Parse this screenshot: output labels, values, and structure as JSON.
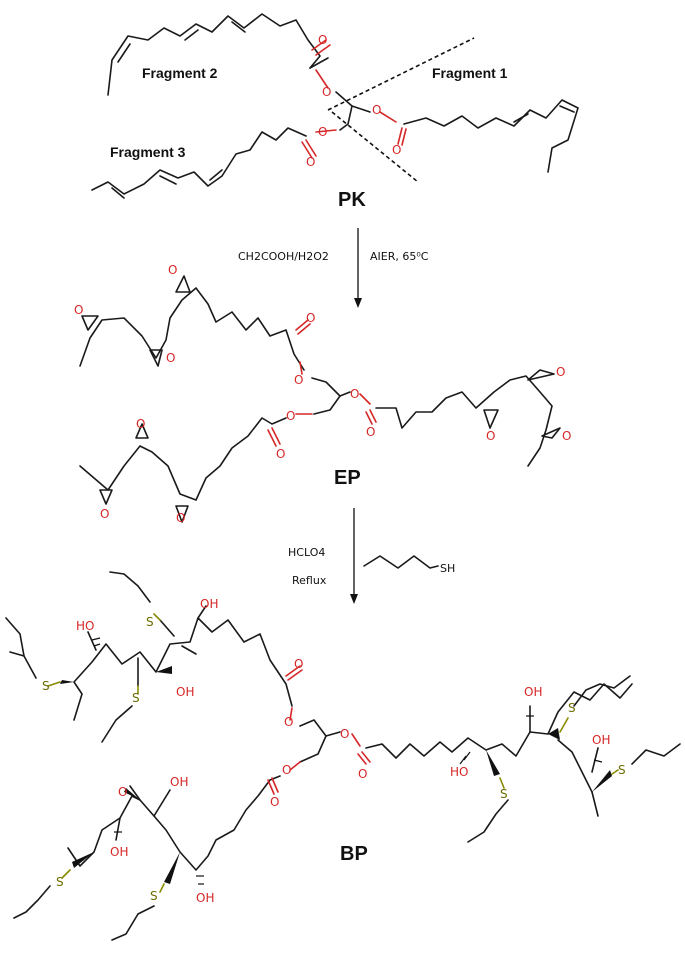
{
  "scheme": {
    "fragment1_label": "Fragment 1",
    "fragment2_label": "Fragment 2",
    "fragment3_label": "Fragment 3",
    "pk_label": "PK",
    "ep_label": "EP",
    "bp_label": "BP",
    "step1_reagent_left": "CH2COOH/H2O2",
    "step1_reagent_right": "AIER, 65⁰C",
    "step2_reagent_top": "HCLO4",
    "step2_reagent_bottom": "Reflux",
    "thiol_sh": "SH",
    "atom_O": "O",
    "atom_S": "S",
    "atom_OH": "OH",
    "atom_HO": "HO"
  },
  "colors": {
    "oxygen": "#d62728",
    "sulfur": "#6d6d00",
    "bond": "#1a1a1a"
  }
}
